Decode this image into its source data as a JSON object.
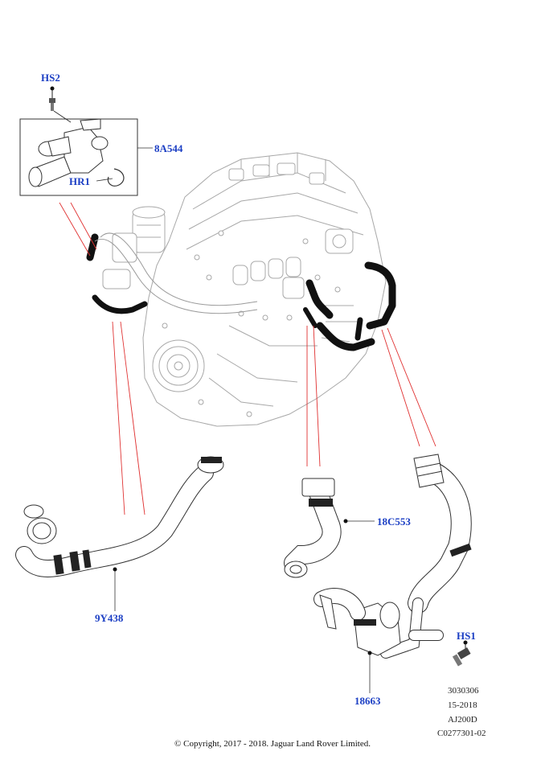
{
  "callouts": {
    "hs2": "HS2",
    "part_8a544": "8A544",
    "hr1": "HR1",
    "part_18c553": "18C553",
    "part_9y438": "9Y438",
    "hs1": "HS1",
    "part_18663": "18663"
  },
  "reference_block": {
    "line1": "3030306",
    "line2": "15-2018",
    "line3": "AJ200D",
    "line4": "C0277301-02"
  },
  "copyright": "© Copyright, 2017 - 2018. Jaguar Land Rover Limited.",
  "colors": {
    "callout_text": "#1c3fc4",
    "leader_red": "#e03030",
    "hose_black": "#111111",
    "line_gray": "#9a9a9a"
  }
}
